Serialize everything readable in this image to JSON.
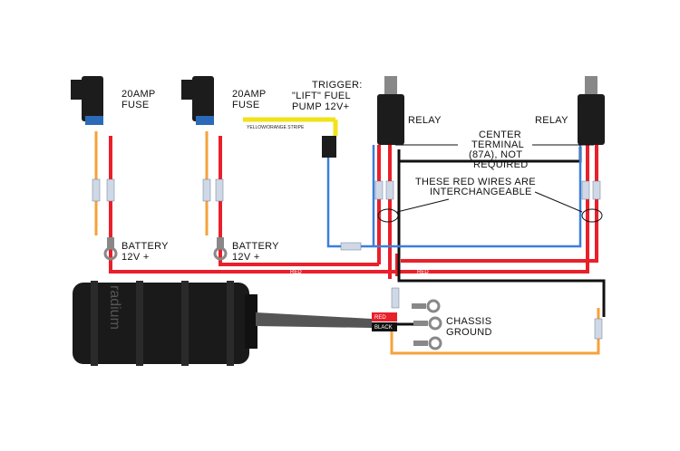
{
  "labels": {
    "fuse1": [
      "20AMP",
      "FUSE"
    ],
    "fuse2": [
      "20AMP",
      "FUSE"
    ],
    "trigger": [
      "TRIGGER:",
      "\"LIFT\" FUEL",
      "PUMP 12V+"
    ],
    "relay1": "RELAY",
    "relay2": "RELAY",
    "center_terminal": [
      "CENTER",
      "TERMINAL",
      "(87A), NOT",
      "REQUIRED"
    ],
    "interchangeable": [
      "THESE RED WIRES ARE",
      "INTERCHANGEABLE"
    ],
    "battery1": [
      "BATTERY",
      "12V +"
    ],
    "battery2": [
      "BATTERY",
      "12V +"
    ],
    "chassis_ground": [
      "CHASSIS",
      "GROUND"
    ],
    "stripe_wire": "YELLOW/ORANGE STRIPE",
    "red_wire_1": "RED",
    "red_wire_2": "RED",
    "pump_red": "RED",
    "pump_black": "BLACK",
    "brand": "radium"
  },
  "colors": {
    "red_wire": "#e8202a",
    "blue_wire": "#3b7fd9",
    "black_wire": "#111111",
    "orange_wire": "#f5a23a",
    "yellow_wire": "#f2e21a",
    "fuse_body": "#1c1c1c",
    "fuse_cap": "#2a6ab8"
  }
}
